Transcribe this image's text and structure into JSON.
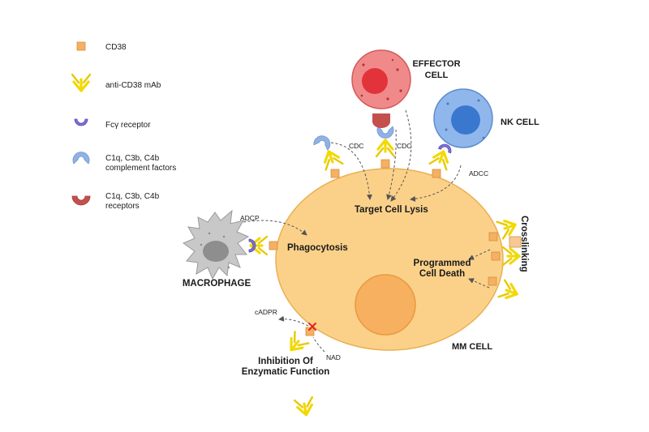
{
  "legend": {
    "cd38": "CD38",
    "mab": "anti-CD38 mAb",
    "fcy": "Fcγ receptor",
    "complement_1": "C1q, C3b, C4b",
    "complement_2": "complement factors",
    "receptors_1": "C1q, C3b, C4b",
    "receptors_2": "receptors"
  },
  "labels": {
    "effector_1": "EFFECTOR",
    "effector_2": "CELL",
    "nk_cell": "NK CELL",
    "macrophage": "MACROPHAGE",
    "mm_cell": "MM CELL",
    "cdc_left": "CDC",
    "cdc_right": "CDC",
    "adcc": "ADCC",
    "adcp": "ADCP",
    "target_lysis": "Target Cell Lysis",
    "phagocytosis": "Phagocytosis",
    "pcd_1": "Programmed",
    "pcd_2": "Cell Death",
    "crosslinking": "Crosslinking",
    "cadpr": "cADPR",
    "nad": "NAD",
    "inhibition_1": "Inhibition Of",
    "inhibition_2": "Enzymatic Function"
  },
  "colors": {
    "cd38": "#f4b063",
    "antibody": "#f2d900",
    "fcy_receptor": "#7b6fd6",
    "complement_factor": "#8fb3e6",
    "complement_receptor": "#c4504e",
    "mm_cell": "#fbd18a",
    "effector_cell": "#f08a8a",
    "nk_cell": "#8fb7ec",
    "macrophage": "#c8c8c8",
    "inhibition_mark": "#e2231a"
  }
}
